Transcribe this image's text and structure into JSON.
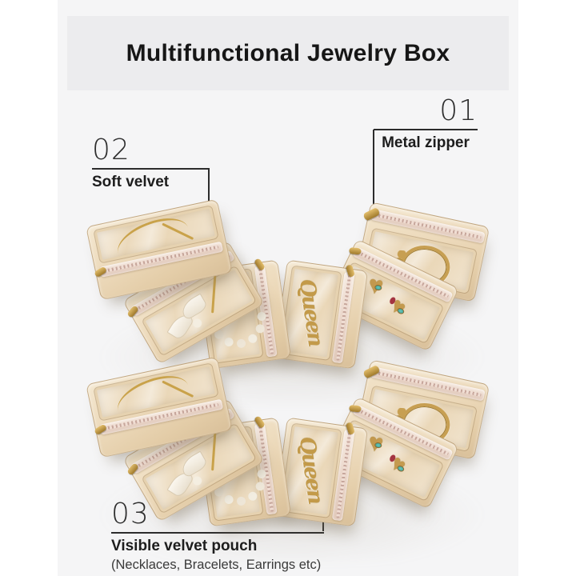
{
  "page": {
    "title": "Multifunctional Jewelry Box"
  },
  "callouts": [
    {
      "number": "01",
      "label": "Metal zipper"
    },
    {
      "number": "02",
      "label": "Soft velvet"
    },
    {
      "number": "03",
      "label": "Visible velvet pouch",
      "sublabel": "(Necklaces, Bracelets, Earrings etc)"
    }
  ],
  "pouches": [
    {
      "jewelry": "gold-ribbon"
    },
    {
      "jewelry": "pearl-wing-brooch"
    },
    {
      "jewelry": "pearl-bracelet"
    },
    {
      "jewelry": "queen-word-necklace",
      "text": "Queen"
    },
    {
      "jewelry": "gold-heart-charms"
    },
    {
      "jewelry": "gold-bangle"
    }
  ],
  "colors": {
    "page_background": "#ffffff",
    "photo_background": "#f5f5f6",
    "banner_background": "#ececee",
    "title_text": "#161616",
    "callout_text": "#1d1d1d",
    "callout_line": "#2c2c2c",
    "velvet_beige": "#e9d6ba",
    "zipper_tape": "#eeddd2",
    "gold": "#c49a4e",
    "pearl": "#f3eee2",
    "turquoise_gem": "#2f9a8d",
    "red_gem": "#a43441"
  }
}
